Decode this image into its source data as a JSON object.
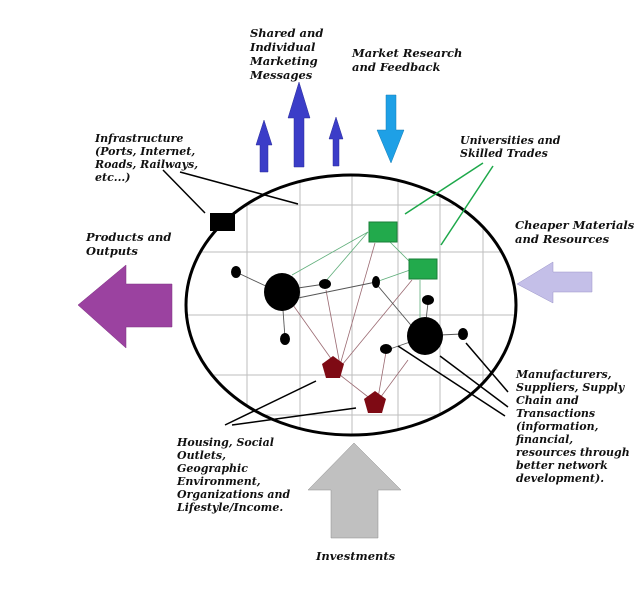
{
  "labels": {
    "marketing": "Shared and\nIndividual\nMarketing\nMessages",
    "market_research": "Market Research\nand Feedback",
    "infrastructure": "Infrastructure\n(Ports, Internet,\nRoads, Railways,\netc...)",
    "universities": "Universities and\nSkilled Trades",
    "products": "Products and\nOutputs",
    "cheaper_materials": "Cheaper Materials\nand Resources",
    "manufacturers": "Manufacturers,\nSuppliers, Supply\nChain and\nTransactions\n(information,\nfinancial,\nresources through\nbetter network\ndevelopment).",
    "housing": "Housing, Social\nOutlets,\nGeographic\nEnvironment,\nOrganizations and\nLifestyle/Income.",
    "investments": "Investments"
  },
  "colors": {
    "marketing_arrows": "#3b3dc8",
    "market_research_arrow": "#1ea0e6",
    "products_arrow": "#9b42a0",
    "materials_arrow": "#c4bfe8",
    "investments_arrow": "#c0c0c0",
    "university_nodes": "#22aa4c",
    "housing_nodes": "#7e0a14",
    "business_nodes": "#000000"
  }
}
